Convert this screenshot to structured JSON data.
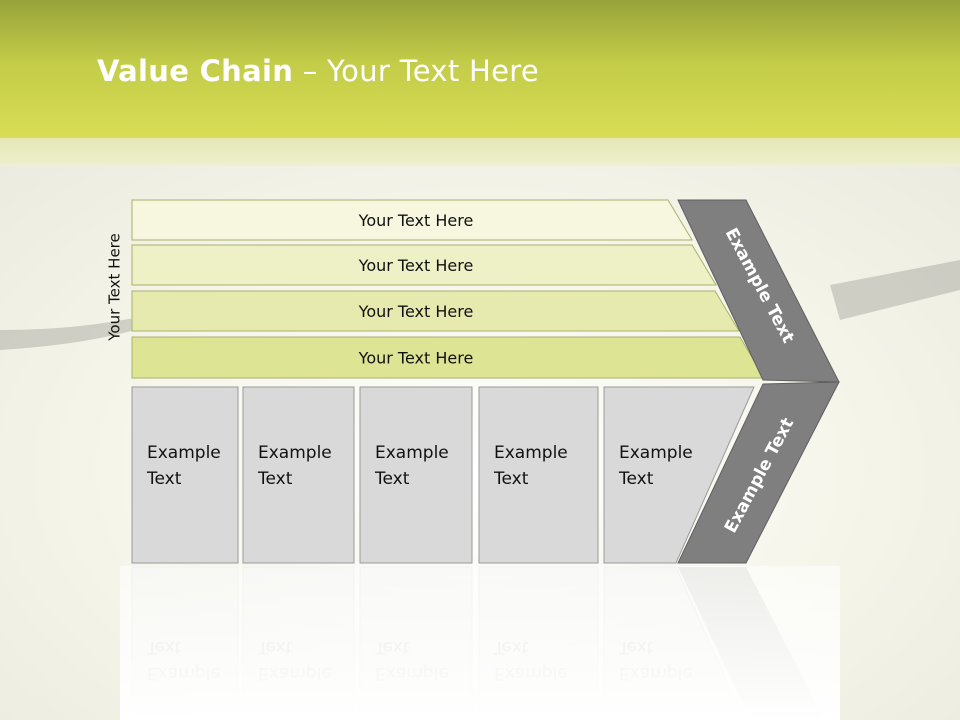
{
  "title": {
    "bold": "Value Chain",
    "rest": " – Your Text Here"
  },
  "side_label": "Your Text Here",
  "rows": [
    "Your Text Here",
    "Your Text Here",
    "Your Text Here",
    "Your Text Here"
  ],
  "boxes": [
    [
      "Example",
      "Text"
    ],
    [
      "Example",
      "Text"
    ],
    [
      "Example",
      "Text"
    ],
    [
      "Example",
      "Text"
    ],
    [
      "Example",
      "Text"
    ]
  ],
  "chevron_top": "Example Text",
  "chevron_bottom": "Example Text",
  "colors": {
    "header": "#c3cc48",
    "row_fills": [
      "#f6f7de",
      "#eef0c6",
      "#e6eaae",
      "#dde594"
    ],
    "box_fill": "#d9d9d9",
    "chevron": "#7f7f7f"
  }
}
